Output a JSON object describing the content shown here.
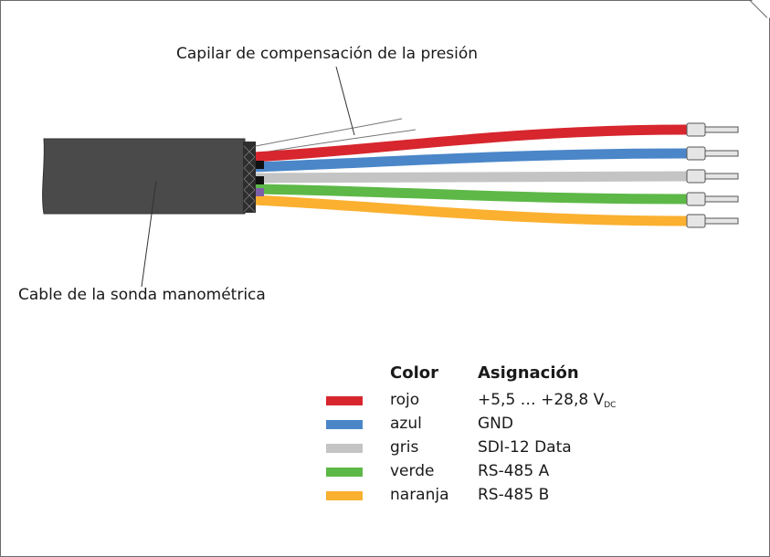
{
  "labels": {
    "capillary": "Capilar de compensación de la presión",
    "cable": "Cable de la sonda manométrica"
  },
  "legend": {
    "header_color": "Color",
    "header_assignment": "Asignación",
    "rows": [
      {
        "color_name": "rojo",
        "assignment": "+5,5 … +28,8 V",
        "assignment_sub": "DC",
        "swatch": "#d7262e"
      },
      {
        "color_name": "azul",
        "assignment": "GND",
        "assignment_sub": "",
        "swatch": "#4a86c8"
      },
      {
        "color_name": "gris",
        "assignment": "SDI-12 Data",
        "assignment_sub": "",
        "swatch": "#c4c4c4"
      },
      {
        "color_name": "verde",
        "assignment": "RS-485 A",
        "assignment_sub": "",
        "swatch": "#5db847"
      },
      {
        "color_name": "naranja",
        "assignment": "RS-485 B",
        "assignment_sub": "",
        "swatch": "#fbb030"
      }
    ]
  },
  "colors": {
    "cable_body": "#4a4a4a",
    "shield": "#2e2e2e",
    "ferrule": "#bfbfbf",
    "frame": "#6a6a6a"
  }
}
